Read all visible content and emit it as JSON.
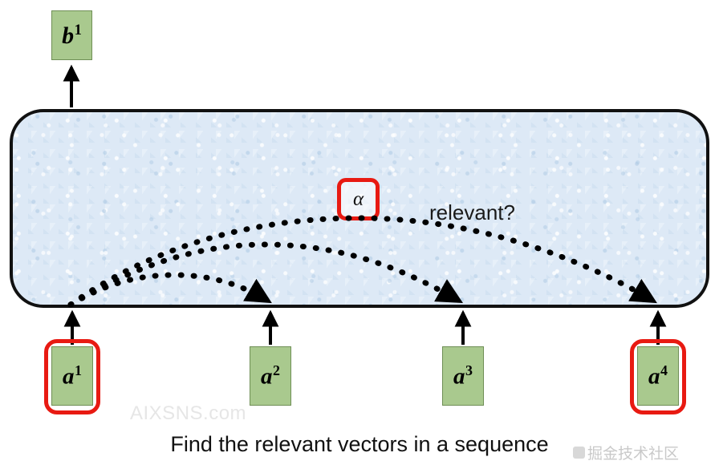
{
  "figure": {
    "caption": "Find the relevant vectors in a sequence",
    "relevant_label": "relevant?",
    "alpha_symbol": "α",
    "colors": {
      "vector_fill": "#a9c98e",
      "vector_border": "#6f8f56",
      "highlight_red": "#e81a12",
      "attention_fill": "#dde9f6",
      "attention_border": "#111111",
      "arrow_black": "#000000"
    }
  },
  "output_vector": {
    "base": "b",
    "superscript": "1"
  },
  "input_vectors": [
    {
      "base": "a",
      "superscript": "1",
      "highlighted": true
    },
    {
      "base": "a",
      "superscript": "2",
      "highlighted": false
    },
    {
      "base": "a",
      "superscript": "3",
      "highlighted": false
    },
    {
      "base": "a",
      "superscript": "4",
      "highlighted": true
    }
  ],
  "watermarks": {
    "left": "AIXSNS.com",
    "right": "掘金技术社区"
  }
}
